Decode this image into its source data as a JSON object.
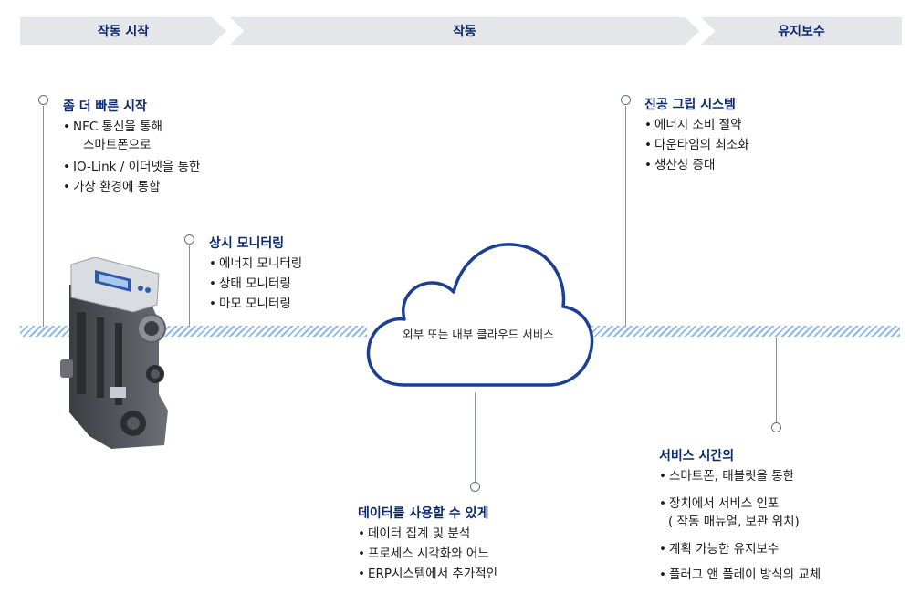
{
  "phases": [
    "작동 시작",
    "작동",
    "유지보수"
  ],
  "blocks": {
    "faster_start": {
      "title": "좀 더 빠른 시작",
      "items": [
        "NFC 통신을 통해",
        "스마트폰으로",
        "IO-Link / 이더넷을 통한",
        "가상 환경에 통합"
      ]
    },
    "monitoring": {
      "title": "상시 모니터링",
      "items": [
        "에너지 모니터링",
        "상태 모니터링",
        "마모 모니터링"
      ]
    },
    "grip_system": {
      "title": "진공 그립 시스템",
      "items": [
        "에너지 소비 절약",
        "다운타임의 최소화",
        "생산성 증대"
      ]
    },
    "service_time": {
      "title": "서비스 시간의",
      "items": [
        "스마트폰, 태블릿을 통한",
        "장치에서 서비스 인포",
        "( 작동 매뉴얼, 보관 위치)",
        "계획 가능한 유지보수",
        "플러그 앤 플레이 방식의 교체"
      ]
    },
    "data_usage": {
      "title": "데이터를 사용할 수 있게",
      "items": [
        "데이터 집계 및 분석",
        "프로세스 시각화와 어느",
        "ERP시스템에서 추가적인"
      ]
    }
  },
  "cloud": {
    "label": "외부 또는 내부 클라우드 서비스"
  },
  "colors": {
    "title": "#0b2a6e",
    "stripe": "#8fb9e8",
    "phase_bg": "#e4e6e9",
    "cloud_outline": "#1c3f94"
  }
}
